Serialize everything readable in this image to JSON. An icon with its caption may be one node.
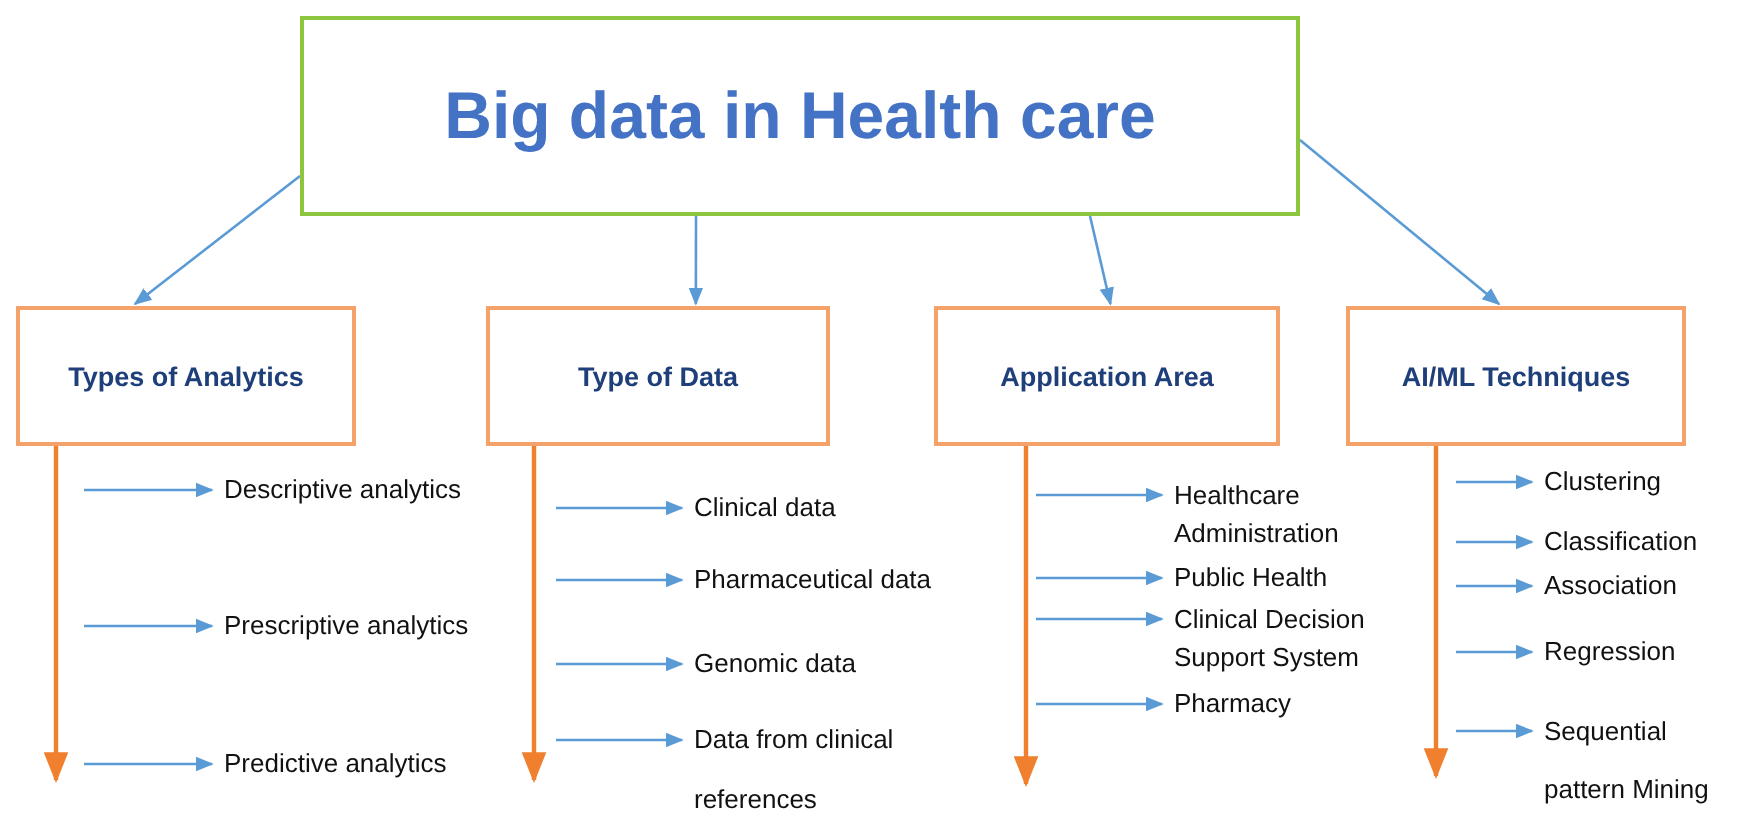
{
  "diagram": {
    "nodes": [
      {
        "text": [
          "Big data in Health care"
        ]
      },
      {
        "text": [
          "Types of Analytics"
        ]
      },
      {
        "text": [
          "Type of Data"
        ]
      },
      {
        "text": [
          "Application Area"
        ]
      },
      {
        "text": [
          "AI/ML Techniques"
        ]
      },
      {
        "text": [
          "Descriptive analytics"
        ]
      },
      {
        "text": [
          "Prescriptive analytics"
        ]
      },
      {
        "text": [
          "Predictive analytics"
        ]
      },
      {
        "text": [
          "Clinical data"
        ]
      },
      {
        "text": [
          "Pharmaceutical data"
        ]
      },
      {
        "text": [
          "Genomic data"
        ]
      },
      {
        "text": [
          "Data from clinical references"
        ]
      },
      {
        "text": [
          "Healthcare Administration"
        ]
      },
      {
        "text": [
          "Public Health"
        ]
      },
      {
        "text": [
          "Clinical Decision Support System"
        ]
      },
      {
        "text": [
          "Pharmacy"
        ]
      },
      {
        "text": [
          "Clustering"
        ]
      },
      {
        "text": [
          "Classification"
        ]
      },
      {
        "text": [
          "Association"
        ]
      },
      {
        "text": [
          "Regression"
        ]
      },
      {
        "text": [
          "Sequential pattern Mining"
        ]
      }
    ],
    "edges": [
      {
        "from": 0,
        "to": 1,
        "arrow": "to"
      },
      {
        "from": 0,
        "to": 2,
        "arrow": "to"
      },
      {
        "from": 0,
        "to": 3,
        "arrow": "to"
      },
      {
        "from": 0,
        "to": 4,
        "arrow": "to"
      },
      {
        "from": 1,
        "to": null,
        "arrow": "to",
        "color": "#f07f2e"
      },
      {
        "from": 2,
        "to": null,
        "arrow": "to",
        "color": "#f07f2e"
      },
      {
        "from": 3,
        "to": null,
        "arrow": "to",
        "color": "#f07f2e"
      },
      {
        "from": 4,
        "to": null,
        "arrow": "to",
        "color": "#f07f2e"
      },
      {
        "from": null,
        "to": 5,
        "arrow": "to"
      },
      {
        "from": null,
        "to": 6,
        "arrow": "to"
      },
      {
        "from": null,
        "to": 7,
        "arrow": "to"
      },
      {
        "from": null,
        "to": 8,
        "arrow": "to"
      },
      {
        "from": null,
        "to": 9,
        "arrow": "to"
      },
      {
        "from": null,
        "to": 10,
        "arrow": "to"
      },
      {
        "from": null,
        "to": 11,
        "arrow": "to"
      },
      {
        "from": null,
        "to": 12,
        "arrow": "to"
      },
      {
        "from": null,
        "to": 13,
        "arrow": "to"
      },
      {
        "from": null,
        "to": 14,
        "arrow": "to"
      },
      {
        "from": null,
        "to": 15,
        "arrow": "to"
      },
      {
        "from": null,
        "to": 16,
        "arrow": "to"
      },
      {
        "from": null,
        "to": 17,
        "arrow": "to"
      },
      {
        "from": null,
        "to": 18,
        "arrow": "to"
      },
      {
        "from": null,
        "to": 19,
        "arrow": "to"
      },
      {
        "from": null,
        "to": 20,
        "arrow": "to"
      }
    ]
  }
}
